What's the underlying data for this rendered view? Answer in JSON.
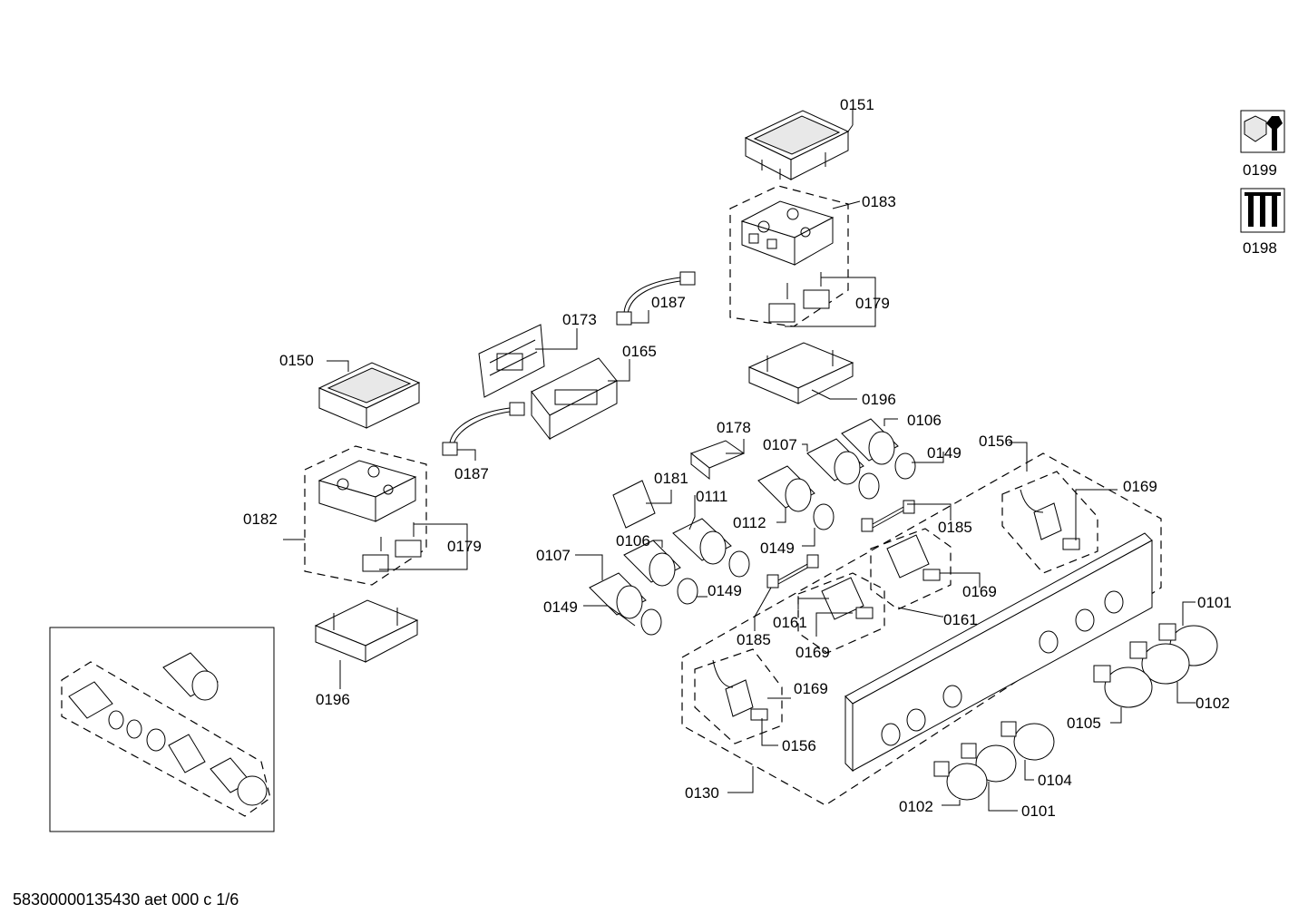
{
  "footer_text": "58300000135430 aet 000 c 1/6",
  "icons": {
    "tool": {
      "name": "wrench-nut-icon",
      "label": "0199"
    },
    "screws": {
      "name": "screws-icon",
      "label": "0198"
    }
  },
  "part_labels": [
    "0151",
    "0183",
    "0179",
    "0187",
    "0173",
    "0165",
    "0150",
    "0187",
    "0196",
    "0178",
    "0107",
    "0106",
    "0149",
    "0156",
    "0169",
    "0182",
    "0179",
    "0181",
    "0111",
    "0112",
    "0185",
    "0107",
    "0106",
    "0149",
    "0149",
    "0149",
    "0161",
    "0161",
    "0169",
    "0169",
    "0185",
    "0169",
    "0101",
    "0196",
    "0102",
    "0105",
    "0156",
    "0104",
    "0130",
    "0102",
    "0101"
  ]
}
